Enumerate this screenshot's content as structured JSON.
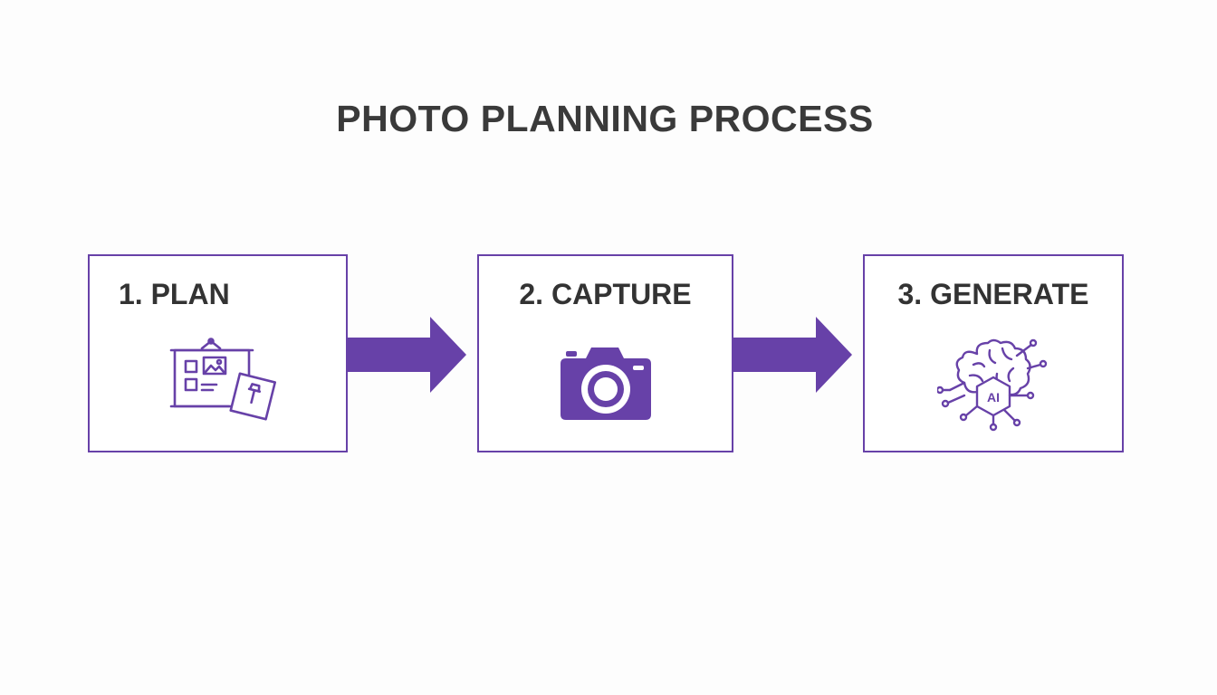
{
  "title": "PHOTO PLANNING PROCESS",
  "accent_color": "#6741a8",
  "text_color": "#333333",
  "steps": [
    {
      "label": "1. PLAN",
      "icon": "planning-board-icon"
    },
    {
      "label": "2. CAPTURE",
      "icon": "camera-icon"
    },
    {
      "label": "3. GENERATE",
      "icon": "ai-brain-icon",
      "icon_text": "AI"
    }
  ],
  "connectors": [
    {
      "icon": "arrow-right-icon"
    },
    {
      "icon": "arrow-right-icon"
    }
  ]
}
